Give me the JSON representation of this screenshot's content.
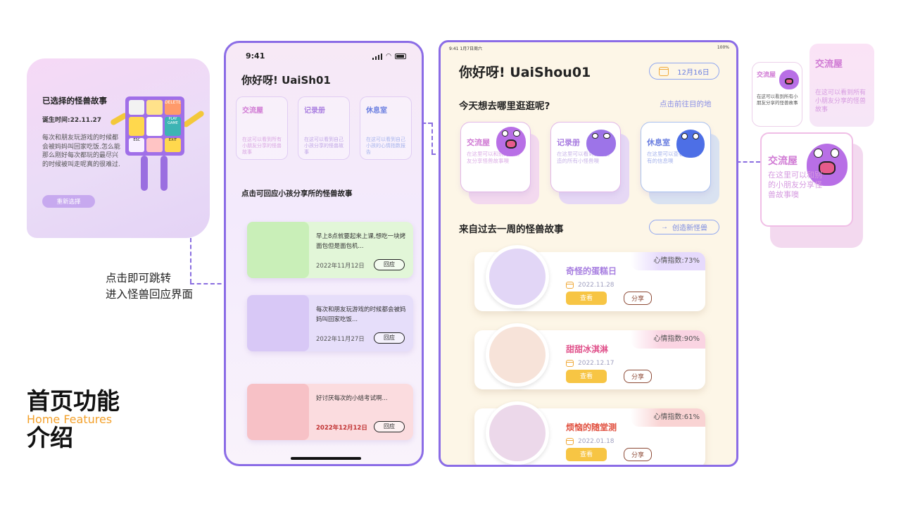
{
  "detail": {
    "title": "已选择的怪兽故事",
    "time": "诞生时间:22.11.27",
    "desc": "每次和朋友玩游戏的时候都会被妈妈叫回家吃饭.怎么能那么刚好每次都玩的最尽兴的时候被叫走呢真的很难过.",
    "reselect": "重新选择"
  },
  "robot_tiles": [
    "DELETE",
    "PLAY GAME",
    "ESC",
    "EXIT"
  ],
  "jump_note": [
    "点击即可跳转",
    "进入怪兽回应界面"
  ],
  "section_title": {
    "line1": "首页功能",
    "sub": "Home Features",
    "line2": "介绍"
  },
  "phone": {
    "time": "9:41",
    "greeting": "你好呀! UaiSh01",
    "tiles": [
      {
        "title": "交流屋",
        "desc": "在这可以看到所有小朋友分享的怪兽故事",
        "color": "#d07ad4"
      },
      {
        "title": "记录册",
        "desc": "在这可以看到自己小孩分享的怪兽故事",
        "color": "#a97ee0"
      },
      {
        "title": "休息室",
        "desc": "在这可以看到自己小孩的心情指数报告",
        "color": "#6b7fe0"
      }
    ],
    "section": "点击可回应小孩分享所的怪兽故事",
    "stories": [
      {
        "text": "早上8点就要起来上课,想吃一块烤面包但是面包机...",
        "date": "2022年11月12日",
        "reply": "回应",
        "bg": "#dff5d4",
        "img": "#c9efb8"
      },
      {
        "text": "每次和朋友玩游戏的时候都会被妈妈叫回家吃饭...",
        "date": "2022年11月27日",
        "reply": "回应",
        "bg": "#e3dcfa",
        "img": "#d8c8f6"
      },
      {
        "text": "好讨厌每次的小结考试啊...",
        "date": "2022年12月12日",
        "reply": "回应",
        "bg": "#fbd9dc",
        "img": "#f7c1c6"
      }
    ]
  },
  "tablet": {
    "time": "9:41 1月7日周六",
    "status": "100%",
    "greeting": "你好呀! UaiShou01",
    "date": "12月16日",
    "question": "今天想去哪里逛逛呢?",
    "link": "点击前往目的地",
    "tiles": [
      {
        "title": "交流屋",
        "desc": "在这里可以和别的小朋友分享怪兽故事噢",
        "color": "#d07ad4",
        "shadow": "#f3d9ef"
      },
      {
        "title": "记录册",
        "desc": "在这里可以看到自己创造的所有小怪兽噢",
        "color": "#a97ee0",
        "shadow": "#e6d8f5"
      },
      {
        "title": "休息室",
        "desc": "在这里可以查看自己所有的信息噢",
        "color": "#6b7fe0",
        "shadow": "#d9e2f1"
      }
    ],
    "section": "来自过去一周的怪兽故事",
    "create": "创造新怪兽",
    "stories": [
      {
        "name": "奇怪的蛋糕日",
        "date": "2022.11.28",
        "mood": "心情指数:73%",
        "mood_color": "#e6dafc",
        "name_color": "#a77ee0",
        "thumb": "#e2d6f6",
        "look": "查看",
        "share": "分享"
      },
      {
        "name": "甜甜冰淇淋",
        "date": "2022.12.17",
        "mood": "心情指数:90%",
        "mood_color": "#fad4e2",
        "name_color": "#e0508a",
        "thumb": "#f7e3d9",
        "look": "查看",
        "share": "分享"
      },
      {
        "name": "烦恼的随堂测",
        "date": "2022.01.18",
        "mood": "心情指数:61%",
        "mood_color": "#f9d3d3",
        "name_color": "#e04d3c",
        "thumb": "#ecd8ea",
        "look": "查看",
        "share": "分享"
      }
    ]
  },
  "float_small": {
    "title": "交流屋",
    "desc": "在这可以看到所有小朋友分享的怪兽故事"
  },
  "float_large": {
    "title": "交流屋",
    "desc": "在这里可以和别的小朋友分享怪兽故事噢"
  },
  "colors": {
    "accent": "#8b6ce6",
    "yellow": "#f7c544",
    "orange": "#f3a12c",
    "pink": "#d07ad4"
  }
}
